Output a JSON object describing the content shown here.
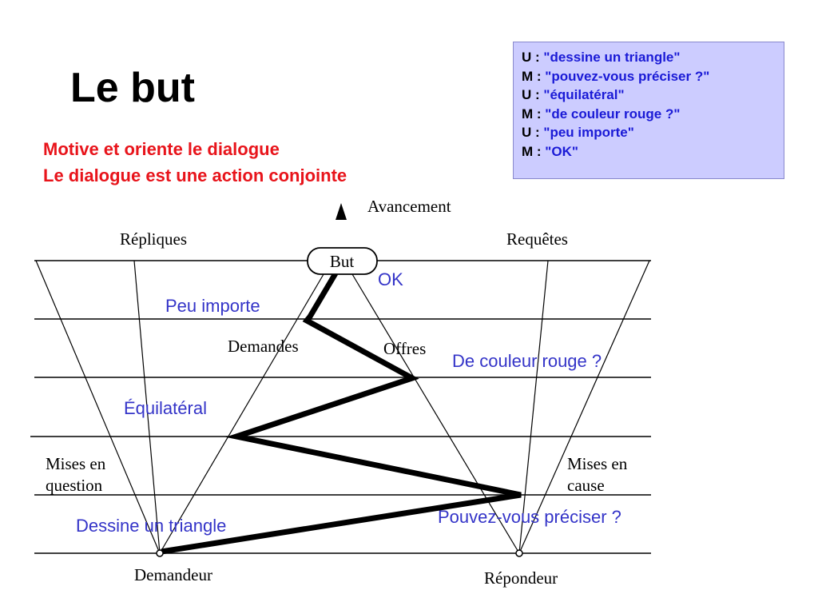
{
  "slide": {
    "title": "Le but",
    "subtitles": [
      "Motive et oriente le dialogue",
      "Le dialogue est une action conjointe"
    ]
  },
  "dialogue": [
    {
      "speaker": "U",
      "text": "\"dessine un triangle\""
    },
    {
      "speaker": "M",
      "text": "\"pouvez-vous préciser ?\""
    },
    {
      "speaker": "U",
      "text": "\"équilatéral\""
    },
    {
      "speaker": "M",
      "text": "\"de couleur rouge ?\""
    },
    {
      "speaker": "U",
      "text": "\"peu importe\""
    },
    {
      "speaker": "M",
      "text": "\"OK\""
    }
  ],
  "diagram": {
    "arrow_label": "Avancement",
    "column_left": "Répliques",
    "column_right": "Requêtes",
    "goal_node": "But",
    "demandes": "Demandes",
    "offres": "Offres",
    "mises_en_question": [
      "Mises en",
      "question"
    ],
    "mises_en_cause": [
      "Mises en",
      "cause"
    ],
    "demandeur": "Demandeur",
    "repondeur": "Répondeur",
    "utterances": {
      "ok": "OK",
      "peu_importe": "Peu importe",
      "de_couleur_rouge": "De couleur rouge ?",
      "equilateral": "Équilatéral",
      "pouvez_vous": "Pouvez-vous préciser ?",
      "dessine": "Dessine un triangle"
    }
  },
  "colors": {
    "title": "#000000",
    "subtitle": "#e8141b",
    "dialogue_bg": "#ccccff",
    "dialogue_text": "#1a1ad6",
    "utterance": "#3434c8"
  }
}
